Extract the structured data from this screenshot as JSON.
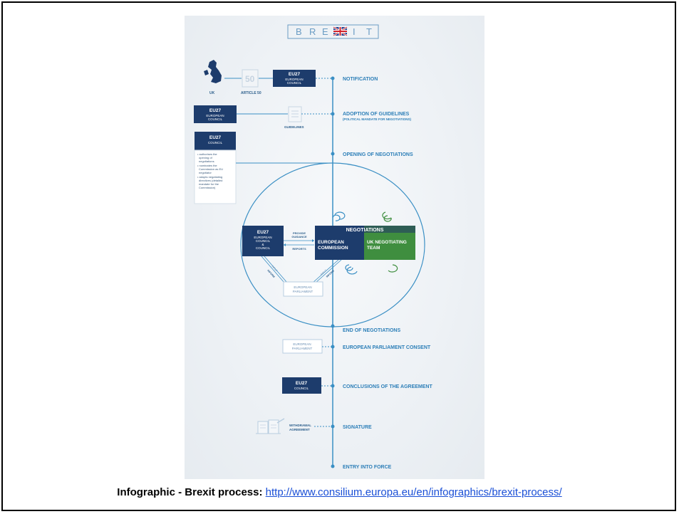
{
  "title_letters": [
    "B",
    "R",
    "E",
    "I",
    "T"
  ],
  "icons": {
    "flag": "uk-flag-icon",
    "map": "uk-map-icon",
    "article": "article-50-icon",
    "document": "document-icon",
    "agreement": "withdrawal-agreement-icon",
    "arrows": "circular-arrows-icon"
  },
  "colors": {
    "line": "#3a8fc4",
    "navy": "#1d3c6c",
    "green": "#3f8e3f",
    "text_blue": "#2d7fb8"
  },
  "notification": {
    "uk": "UK",
    "article_num": "50",
    "article_label": "ARTICLE 50",
    "box_line1": "EU27",
    "box_line2": "EUROPEAN",
    "box_line3": "COUNCIL",
    "step": "NOTIFICATION"
  },
  "guidelines": {
    "box_line1": "EU27",
    "box_line2": "EUROPEAN",
    "box_line3": "COUNCIL",
    "doc_label": "GUIDELINES",
    "step": "ADOPTION OF GUIDELINES",
    "step_sub": "(POLITICAL MANDATE FOR NEGOTIATIONS)"
  },
  "opening": {
    "box_line1": "EU27",
    "box_line2": "COUNCIL",
    "bullets": [
      "• authorises the",
      "opening of",
      "negotiations",
      "• nominates the",
      "Commission as EU",
      "negotiator",
      "• adopts negotiating",
      "directives (detailed",
      "mandate for the",
      "Commission)"
    ],
    "step": "OPENING OF NEGOTIATIONS"
  },
  "negotiation": {
    "council_lines": [
      "EU27",
      "EUROPEAN",
      "COUNCIL",
      "&",
      "COUNCIL"
    ],
    "guidance_line1": "PROVIDE",
    "guidance_line2": "GUIDANCE",
    "reports": "REPORTS",
    "header": "NEGOTIATIONS",
    "commission_line1": "EUROPEAN",
    "commission_line2": "COMMISSION",
    "uk_line1": "UK NEGOTIATING",
    "uk_line2": "TEAM",
    "input": "INPUT",
    "inform": "INFORM",
    "ep_line1": "EUROPEAN",
    "ep_line2": "PARLIAMENT"
  },
  "end": {
    "step": "END OF NEGOTIATIONS"
  },
  "consent": {
    "box_line1": "EUROPEAN",
    "box_line2": "PARLIAMENT",
    "step": "EUROPEAN PARLIAMENT CONSENT"
  },
  "conclusions": {
    "box_line1": "EU27",
    "box_line2": "COUNCIL",
    "step": "CONCLUSIONS OF THE AGREEMENT"
  },
  "signature": {
    "label_line1": "WITHDRAWAL",
    "label_line2": "AGREEMENT",
    "step": "SIGNATURE"
  },
  "entry": {
    "step": "ENTRY INTO FORCE"
  },
  "caption": {
    "bold": "Infographic - Brexit process: ",
    "link": "http://www.consilium.europa.eu/en/infographics/brexit-process/"
  }
}
